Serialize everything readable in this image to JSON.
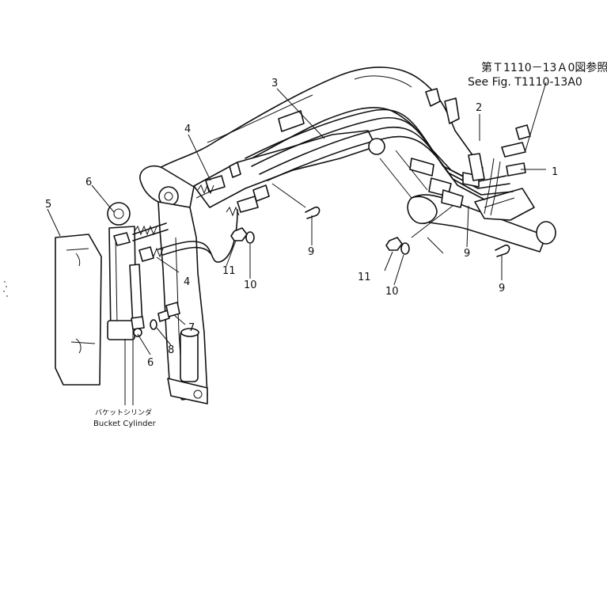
{
  "reference": {
    "line_jp": "第Ｔ1110－13Ａ0図参照",
    "line_en": "See Fig. T1110-13A0"
  },
  "callouts": {
    "c1": "1",
    "c2": "2",
    "c3": "3",
    "c4a": "4",
    "c4b": "4",
    "c5": "5",
    "c6a": "6",
    "c6b": "6",
    "c7": "7",
    "c8": "8",
    "c9a": "9",
    "c9b": "9",
    "c9c": "9",
    "c10a": "10",
    "c10b": "10",
    "c11a": "11",
    "c11b": "11"
  },
  "caption": {
    "jp": "バケットシリンダ",
    "en": "Bucket Cylinder"
  }
}
